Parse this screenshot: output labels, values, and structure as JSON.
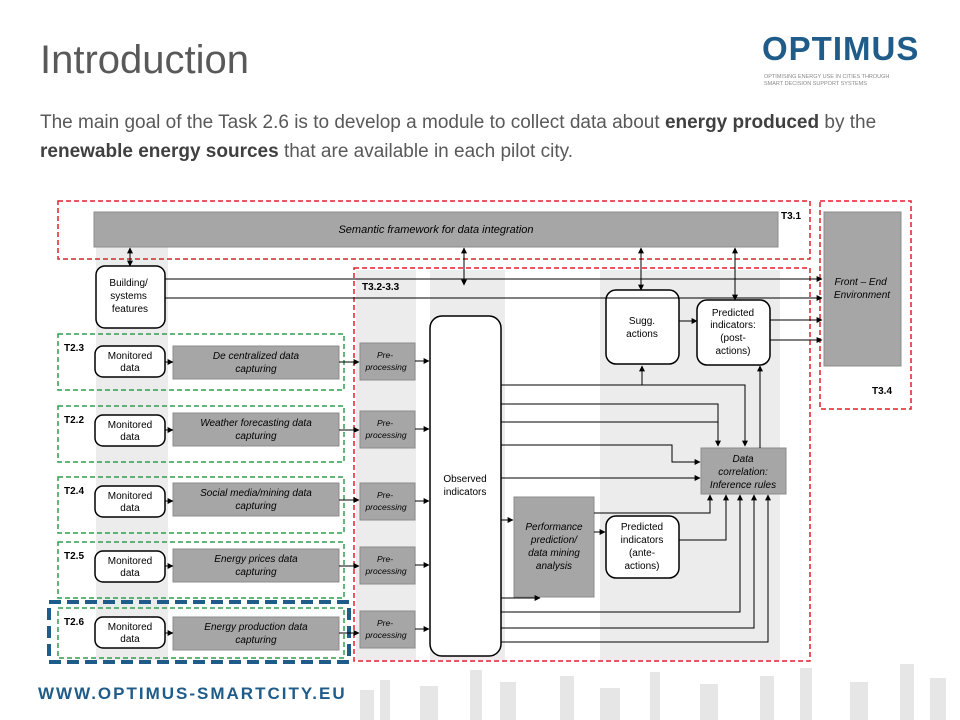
{
  "slide": {
    "title": "Introduction",
    "intro_parts": [
      {
        "t": "The main goal of the Task 2.6 is to develop a module to collect data about ",
        "b": false
      },
      {
        "t": "energy produced",
        "b": true
      },
      {
        "t": " by the ",
        "b": false
      },
      {
        "t": "renewable energy sources",
        "b": true
      },
      {
        "t": " that are available in each pilot city.",
        "b": false
      }
    ],
    "footer_url": "WWW.OPTIMUS-SMARTCITY.EU"
  },
  "logo": {
    "word": "OPTIMUS",
    "tagline_1": "OPTIMISING ENERGY USE IN CITIES THROUGH",
    "tagline_2": "SMART DECISION SUPPORT SYSTEMS"
  },
  "diagram": {
    "semantic_framework": "Semantic framework for data integration",
    "task_labels": {
      "t31": "T3.1",
      "t3233": "T3.2-3.3",
      "t34": "T3.4",
      "t23": "T2.3",
      "t22": "T2.2",
      "t24": "T2.4",
      "t25": "T2.5",
      "t26": "T2.6"
    },
    "building": [
      "Building/",
      "systems",
      "features"
    ],
    "monitored": [
      "Monitored",
      "data"
    ],
    "capture_boxes": [
      [
        "De centralized data",
        "capturing"
      ],
      [
        "Weather forecasting data",
        "capturing"
      ],
      [
        "Social media/mining data",
        "capturing"
      ],
      [
        "Energy prices data",
        "capturing"
      ],
      [
        "Energy production data",
        "capturing"
      ]
    ],
    "preprocessing": [
      "Pre-",
      "processing"
    ],
    "observed": [
      "Observed",
      "indicators"
    ],
    "sugg": [
      "Sugg.",
      "actions"
    ],
    "predicted_post": [
      "Predicted",
      "indicators:",
      "(post-",
      "actions)"
    ],
    "front_end": [
      "Front – End",
      "Environment"
    ],
    "data_correlation": [
      "Data",
      "correlation:",
      "Inference rules"
    ],
    "performance": [
      "Performance",
      "prediction/",
      "data mining",
      "analysis"
    ],
    "predicted_ante": [
      "Predicted",
      "indicators",
      "(ante-",
      "actions)"
    ]
  },
  "colors": {
    "brand_blue": "#1f5c8a",
    "red_dash": "#e0202a",
    "green_dash": "#2e9e4f",
    "box_gray": "#a6a6a6",
    "text_gray": "#595959"
  }
}
